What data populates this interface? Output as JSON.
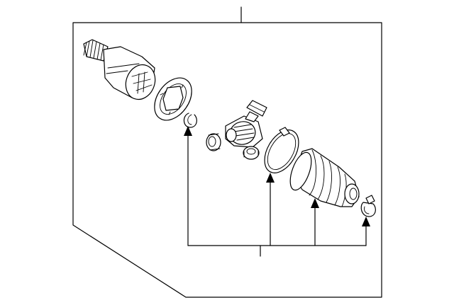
{
  "diagram": {
    "parts": [
      {
        "id": "inner-housing",
        "icon": "cv-joint-housing-icon"
      },
      {
        "id": "cage",
        "icon": "bearing-cage-icon"
      },
      {
        "id": "snap-ring",
        "icon": "snap-ring-icon"
      },
      {
        "id": "tripod-spider",
        "icon": "tripod-spider-icon"
      },
      {
        "id": "roller-left",
        "icon": "roller-icon"
      },
      {
        "id": "roller-right",
        "icon": "roller-icon"
      },
      {
        "id": "boot-clamp-large",
        "icon": "boot-clamp-icon"
      },
      {
        "id": "boot",
        "icon": "cv-boot-icon"
      },
      {
        "id": "boot-clamp-small",
        "icon": "small-clamp-icon"
      }
    ],
    "line_color": "#000000",
    "background": "#ffffff"
  }
}
